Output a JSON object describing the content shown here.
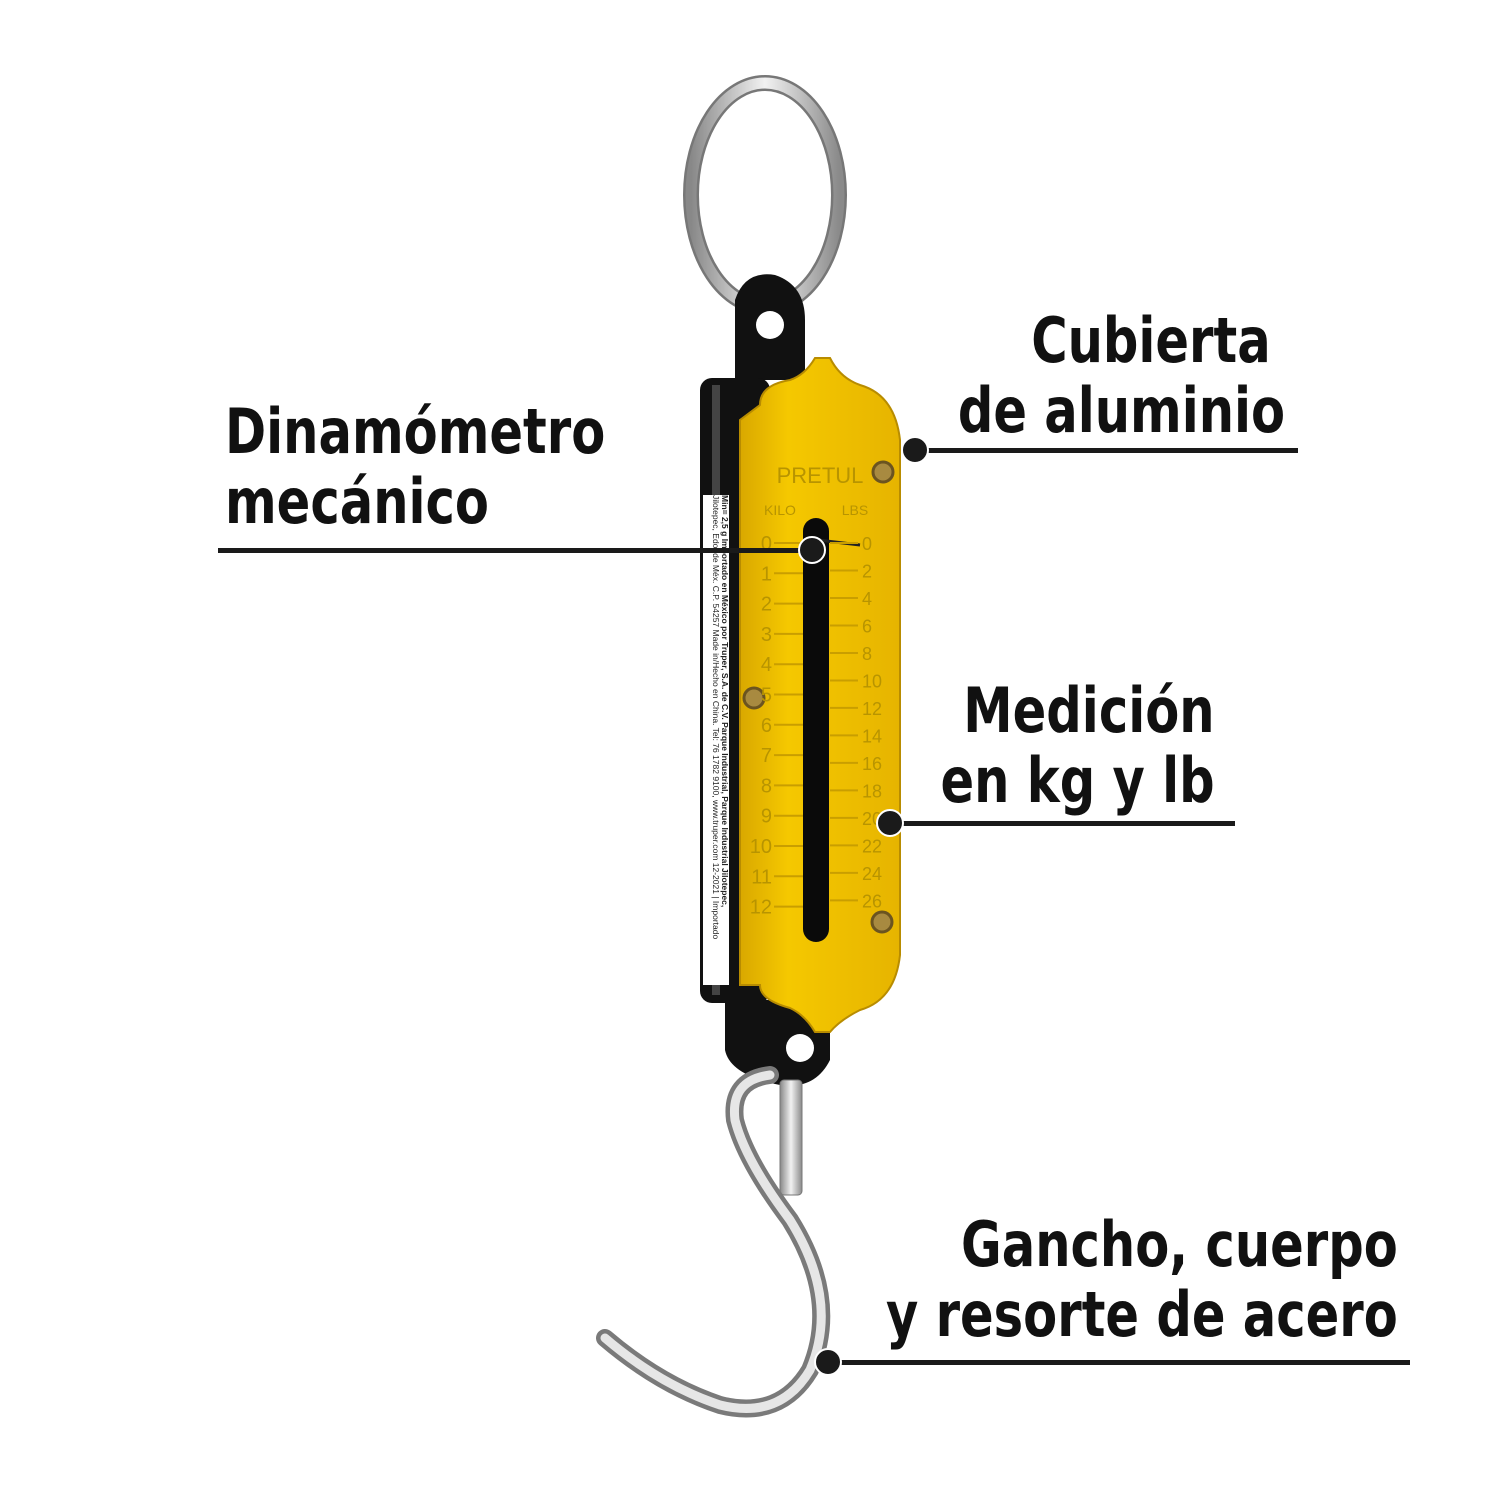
{
  "callouts": {
    "dinamometro": [
      "Dinamómetro",
      "mecánico"
    ],
    "cubierta": [
      "Cubierta",
      "de aluminio"
    ],
    "medicion": [
      "Medición",
      "en kg y lb"
    ],
    "gancho": [
      "Gancho, cuerpo",
      "y resorte de acero"
    ]
  },
  "scale": {
    "brand": "PRETUL",
    "kilo_label": "KILO",
    "lbs_label": "LBS",
    "kilo_ticks": [
      "0",
      "1",
      "2",
      "3",
      "4",
      "5",
      "6",
      "7",
      "8",
      "9",
      "10",
      "11",
      "12"
    ],
    "lbs_ticks": [
      "0",
      "2",
      "4",
      "6",
      "8",
      "10",
      "12",
      "14",
      "16",
      "18",
      "20",
      "22",
      "24",
      "26"
    ]
  },
  "sticker": {
    "line1": "Min= 2,5 g  Importado en México por Truper, S.A. de C.V. Parque Industrial, Parque Industrial Jilotepec,",
    "line2": "Jilotepec, Edo. de Méx. C.P. 54257 Made in/Hecho en China. Tel: 76 1782 9100, www.truper.com 12-2021 | Importado"
  },
  "colors": {
    "plate": "#f2c200",
    "body": "#111111",
    "steel": "#c8c8c8"
  }
}
